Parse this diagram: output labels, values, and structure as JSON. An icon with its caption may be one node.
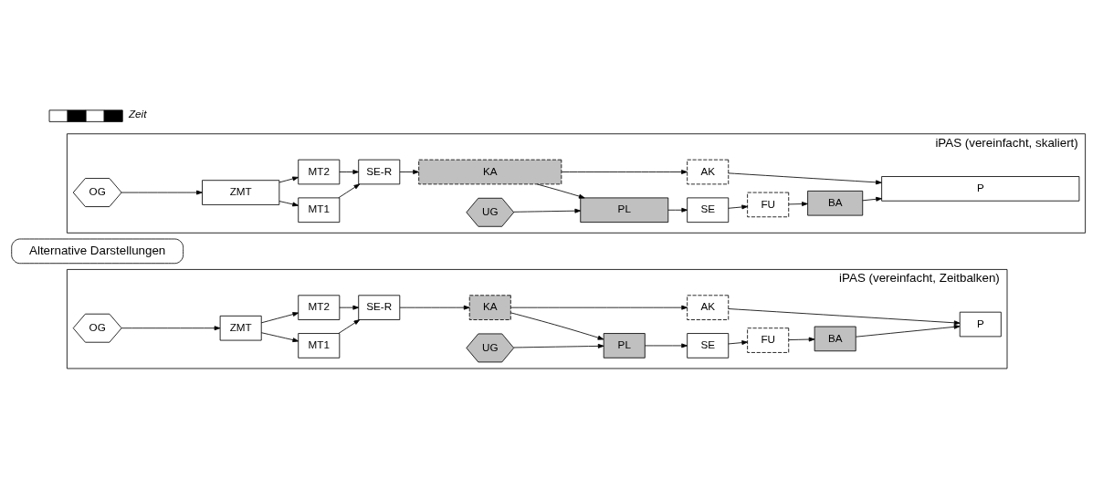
{
  "diagram": {
    "nodes": [
      {
        "text": [
          "iPAS (vereinfacht, Zeitbalken)"
        ]
      },
      {
        "text": [
          "OG"
        ],
        "in": 0
      },
      {
        "text": [
          "ZMT"
        ],
        "in": 0
      },
      {
        "text": [
          "MT1"
        ],
        "in": 0
      },
      {
        "text": [
          "MT2"
        ],
        "in": 0
      },
      {
        "text": [
          "SE-R"
        ],
        "in": 0
      },
      {
        "text": [
          "KA"
        ],
        "in": 0
      },
      {
        "text": [
          "UG"
        ],
        "in": 0
      },
      {
        "text": [
          "PL"
        ],
        "in": 0
      },
      {
        "text": [
          "SE"
        ],
        "in": 0
      },
      {
        "text": [
          "FU"
        ],
        "in": 0
      },
      {
        "text": [
          "BA"
        ],
        "in": 0
      },
      {
        "text": [
          "AK"
        ],
        "in": 0
      },
      {
        "text": [
          "P"
        ],
        "in": 0
      },
      {
        "text": [
          "Alternative Darstellungen"
        ]
      },
      {
        "text": [
          "iPAS (vereinfacht, skaliert)"
        ]
      },
      {
        "text": [
          "OG"
        ],
        "in": 15
      },
      {
        "text": [
          "ZMT"
        ],
        "in": 15
      },
      {
        "text": [
          "MT1"
        ],
        "in": 15
      },
      {
        "text": [
          "MT2"
        ],
        "in": 15
      },
      {
        "text": [
          "SE-R"
        ],
        "in": 15
      },
      {
        "text": [
          "KA"
        ],
        "in": 15
      },
      {
        "text": [
          "UG"
        ],
        "in": 15
      },
      {
        "text": [
          "PL"
        ],
        "in": 15
      },
      {
        "text": [
          "SE"
        ],
        "in": 15
      },
      {
        "text": [
          "FU"
        ],
        "in": 15
      },
      {
        "text": [
          "BA"
        ],
        "in": 15
      },
      {
        "text": [
          "AK"
        ],
        "in": 15
      },
      {
        "text": [
          "P"
        ],
        "in": 15
      }
    ],
    "edges": [
      {
        "from": 1,
        "to": 2,
        "arrow": "to"
      },
      {
        "from": 2,
        "to": 3,
        "arrow": "to"
      },
      {
        "from": 2,
        "to": 4,
        "arrow": "to"
      },
      {
        "from": 3,
        "to": 5,
        "arrow": "to"
      },
      {
        "from": 4,
        "to": 5,
        "arrow": "to"
      },
      {
        "from": 5,
        "to": 6,
        "arrow": "to"
      },
      {
        "from": 6,
        "to": 8,
        "arrow": "to"
      },
      {
        "from": 7,
        "to": 8,
        "arrow": "to"
      },
      {
        "from": 8,
        "to": 9,
        "arrow": "to"
      },
      {
        "from": 9,
        "to": 10,
        "arrow": "to"
      },
      {
        "from": 10,
        "to": 11,
        "arrow": "to"
      },
      {
        "from": 6,
        "to": 12,
        "arrow": "to"
      },
      {
        "from": 11,
        "to": 13,
        "arrow": "to"
      },
      {
        "from": 12,
        "to": 13,
        "arrow": "to"
      },
      {
        "from": 16,
        "to": 17,
        "arrow": "to"
      },
      {
        "from": 17,
        "to": 18,
        "arrow": "to"
      },
      {
        "from": 17,
        "to": 19,
        "arrow": "to"
      },
      {
        "from": 18,
        "to": 20,
        "arrow": "to"
      },
      {
        "from": 19,
        "to": 20,
        "arrow": "to"
      },
      {
        "from": 20,
        "to": 21,
        "arrow": "to"
      },
      {
        "from": 21,
        "to": 23,
        "arrow": "to"
      },
      {
        "from": 22,
        "to": 23,
        "arrow": "to"
      },
      {
        "from": 23,
        "to": 24,
        "arrow": "to"
      },
      {
        "from": 24,
        "to": 25,
        "arrow": "to"
      },
      {
        "from": 25,
        "to": 26,
        "arrow": "to"
      },
      {
        "from": 21,
        "to": 27,
        "arrow": "to"
      },
      {
        "from": 26,
        "to": 28,
        "arrow": "to"
      },
      {
        "from": 27,
        "to": 28,
        "arrow": "to"
      }
    ],
    "legend": [
      {
        "text": "Zeit"
      }
    ]
  }
}
